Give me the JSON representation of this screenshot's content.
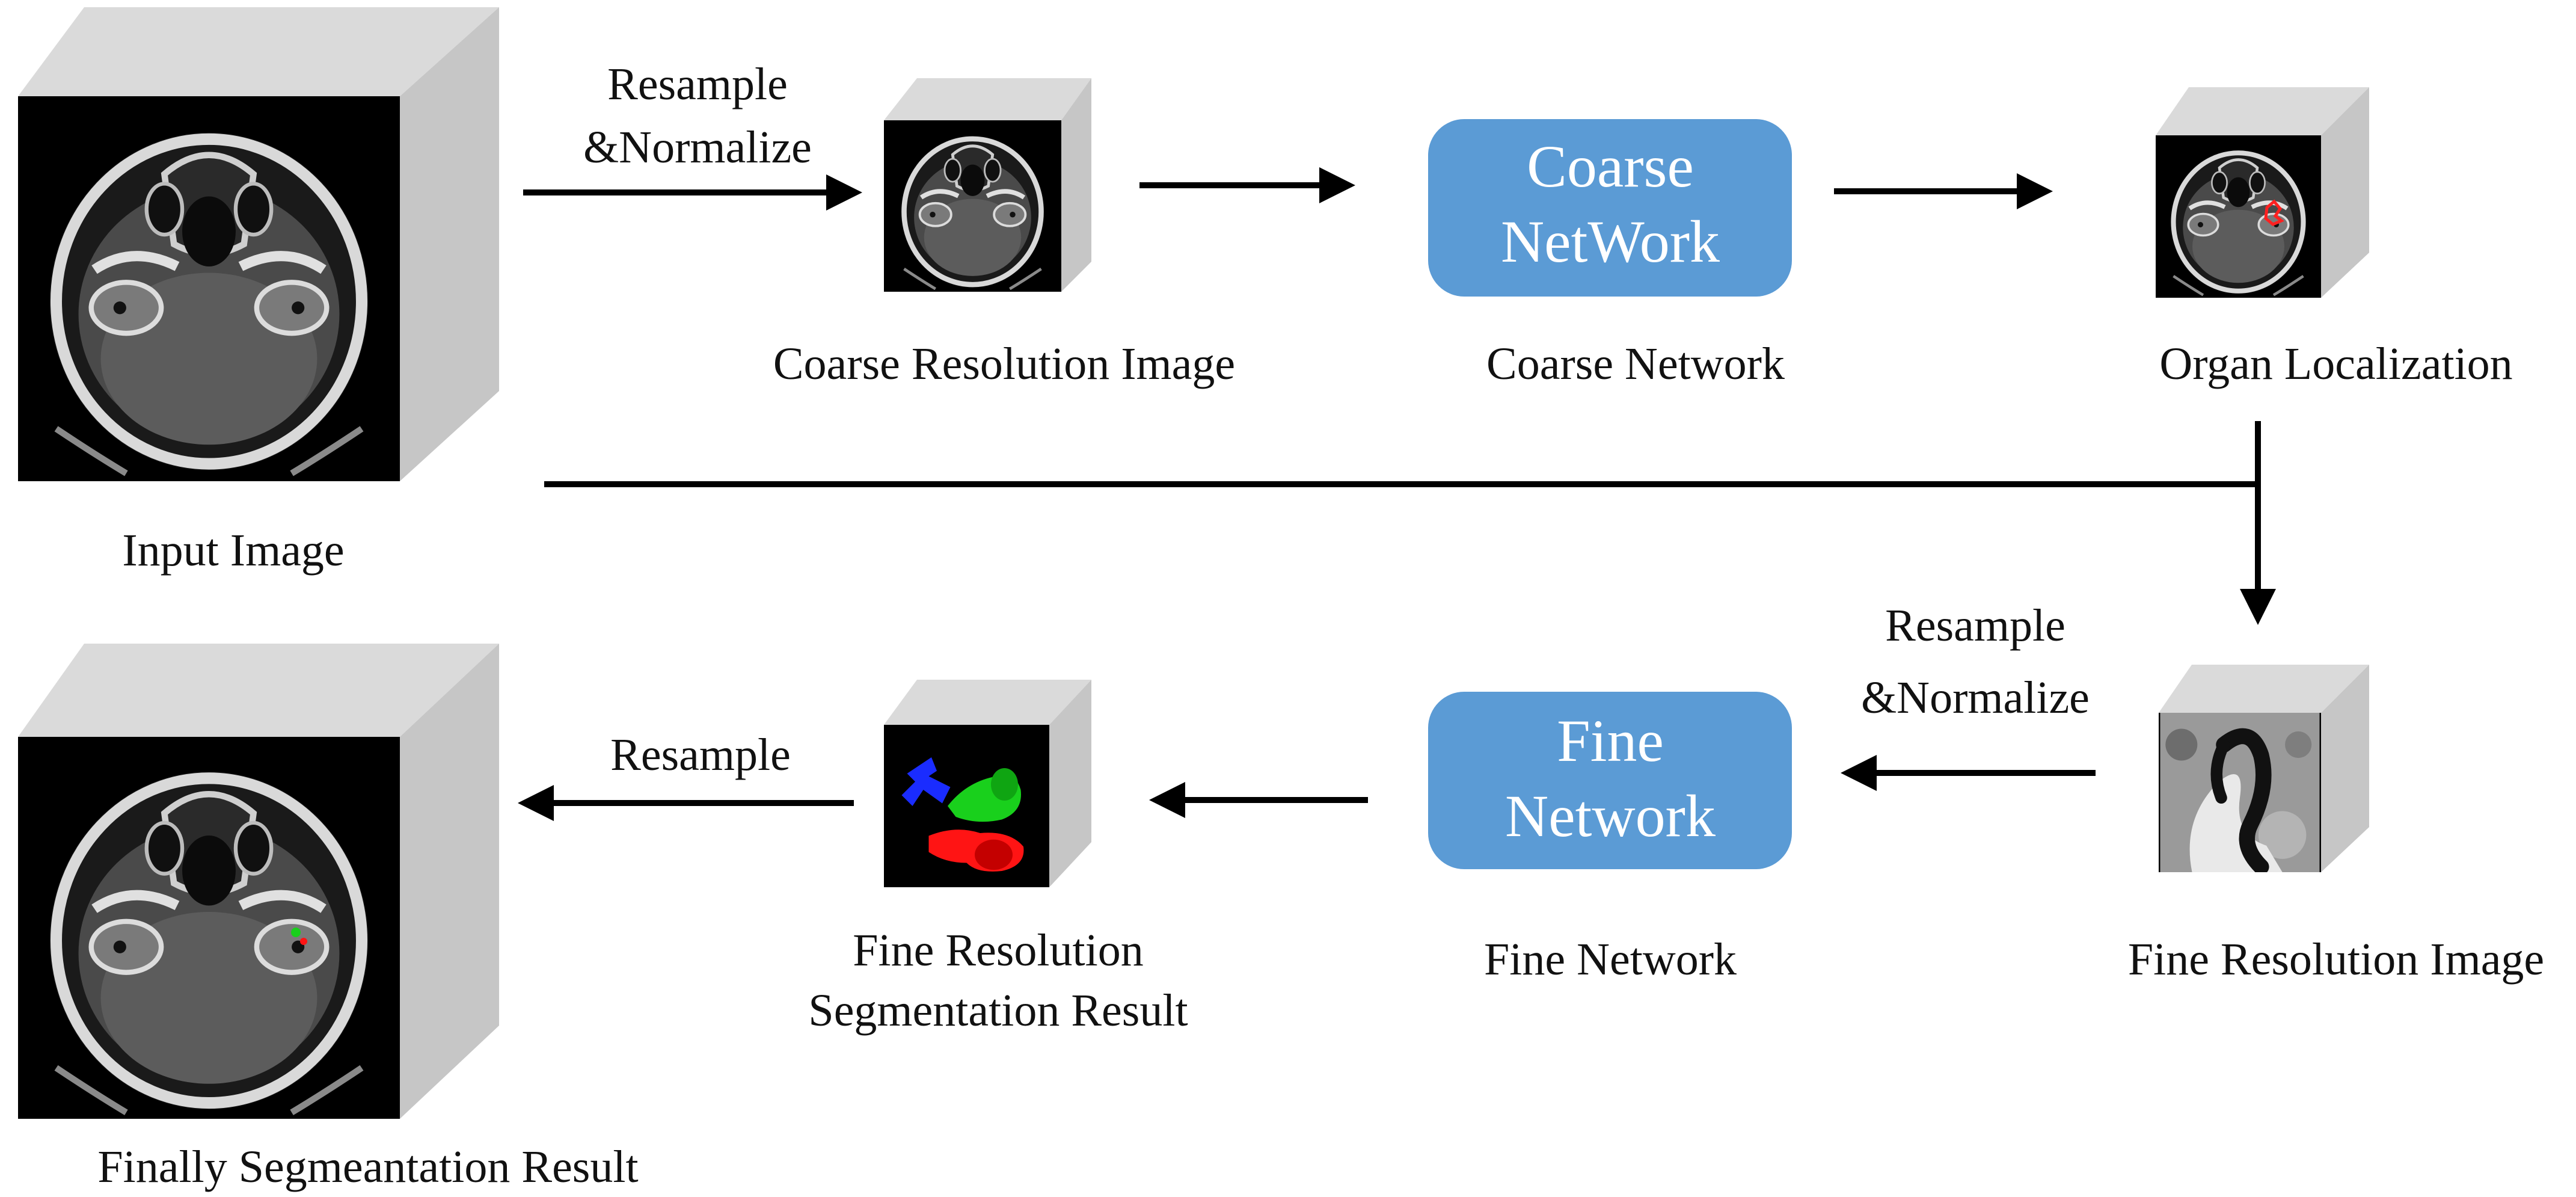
{
  "colors": {
    "network_box": "#5b9bd5",
    "cube_face_top": "#dadada",
    "cube_face_side": "#c6c6c6",
    "scan_background": "#000000",
    "segment_blue": "#1a2cff",
    "segment_green": "#19d01c",
    "segment_red": "#ff1414",
    "arrow": "#000000"
  },
  "labels": {
    "input_image": "Input Image",
    "resample_normalize_1": [
      "Resample",
      "&Normalize"
    ],
    "coarse_resolution_image": "Coarse Resolution Image",
    "coarse_network": "Coarse Network",
    "organ_localization": "Organ Localization",
    "resample_normalize_2": [
      "Resample",
      "&Normalize"
    ],
    "fine_resolution_image": "Fine Resolution Image",
    "fine_network": "Fine Network",
    "fine_resolution_segmentation_result": [
      "Fine Resolution",
      "Segmentation Result"
    ],
    "resample": "Resample",
    "finally_segmentation_result": "Finally Segmeantation Result"
  },
  "boxes": {
    "coarse_network": [
      "Coarse",
      "NetWork"
    ],
    "fine_network": [
      "Fine",
      "Network"
    ]
  }
}
